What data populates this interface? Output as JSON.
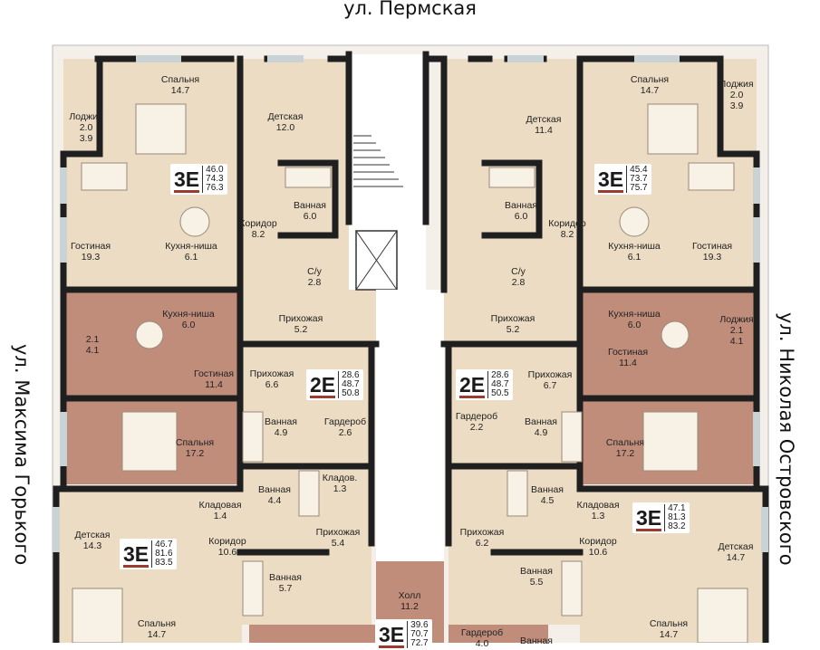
{
  "streets": {
    "top": "ул. Пермская",
    "left": "ул. Максима Горького",
    "right": "ул. Николая Островского"
  },
  "colors": {
    "beige": "#ecdcc3",
    "terracotta": "#c08d7b",
    "wall": "#1f1f1f",
    "accent": "#9b3a2e",
    "window": "#c9d3d6"
  },
  "badges": [
    {
      "type": "3Е",
      "areas": [
        "46.0",
        "74.3",
        "76.3"
      ]
    },
    {
      "type": "3Е",
      "areas": [
        "45.4",
        "73.7",
        "75.7"
      ]
    },
    {
      "type": "2Е",
      "areas": [
        "28.6",
        "48.7",
        "50.8"
      ]
    },
    {
      "type": "2Е",
      "areas": [
        "28.6",
        "48.7",
        "50.5"
      ]
    },
    {
      "type": "3Е",
      "areas": [
        "46.7",
        "81.6",
        "83.5"
      ]
    },
    {
      "type": "3Е",
      "areas": [
        "47.1",
        "81.3",
        "83.2"
      ]
    },
    {
      "type": "3Е",
      "areas": [
        "39.6",
        "70.7",
        "72.7"
      ]
    }
  ],
  "rooms": [
    {
      "name": "Спальня",
      "area": "14.7"
    },
    {
      "name": "Лоджия",
      "area": "2.0\n3.9"
    },
    {
      "name": "Детская",
      "area": "12.0"
    },
    {
      "name": "Гостиная",
      "area": "19.3"
    },
    {
      "name": "Кухня-ниша",
      "area": "6.1"
    },
    {
      "name": "Ванная",
      "area": "6.0"
    },
    {
      "name": "Коридор",
      "area": "8.2"
    },
    {
      "name": "С/у",
      "area": "2.8"
    },
    {
      "name": "Прихожая",
      "area": "5.2"
    },
    {
      "name": "Детская",
      "area": "11.4"
    },
    {
      "name": "Спальня",
      "area": "14.7"
    },
    {
      "name": "Лоджия",
      "area": "2.0\n3.9"
    },
    {
      "name": "Ванная",
      "area": "6.0"
    },
    {
      "name": "Коридор",
      "area": "8.2"
    },
    {
      "name": "Кухня-ниша",
      "area": "6.1"
    },
    {
      "name": "Гостиная",
      "area": "19.3"
    },
    {
      "name": "С/у",
      "area": "2.8"
    },
    {
      "name": "Прихожая",
      "area": "5.2"
    },
    {
      "name": "Кухня-ниша",
      "area": "6.0"
    },
    {
      "name": "",
      "area": "2.1\n4.1"
    },
    {
      "name": "Гостиная",
      "area": "11.4"
    },
    {
      "name": "Прихожая",
      "area": "6.6"
    },
    {
      "name": "Ванная",
      "area": "4.9"
    },
    {
      "name": "Гардероб",
      "area": "2.6"
    },
    {
      "name": "Спальня",
      "area": "17.2"
    },
    {
      "name": "Кухня-ниша",
      "area": "6.0"
    },
    {
      "name": "Лоджия",
      "area": "2.1\n4.1"
    },
    {
      "name": "Гостиная",
      "area": "11.4"
    },
    {
      "name": "Прихожая",
      "area": "6.7"
    },
    {
      "name": "Гардероб",
      "area": "2.2"
    },
    {
      "name": "Ванная",
      "area": "4.9"
    },
    {
      "name": "Спальня",
      "area": "17.2"
    },
    {
      "name": "Ванная",
      "area": "4.4"
    },
    {
      "name": "Кладов.",
      "area": "1.3"
    },
    {
      "name": "Кладовая",
      "area": "1.4"
    },
    {
      "name": "Детская",
      "area": "14.3"
    },
    {
      "name": "Коридор",
      "area": "10.6"
    },
    {
      "name": "Прихожая",
      "area": "5.4"
    },
    {
      "name": "Ванная",
      "area": "5.7"
    },
    {
      "name": "Спальня",
      "area": "14.7"
    },
    {
      "name": "Холл",
      "area": "11.2"
    },
    {
      "name": "Ванная",
      "area": "4.5"
    },
    {
      "name": "Кладовая",
      "area": "1.3"
    },
    {
      "name": "Прихожая",
      "area": "6.2"
    },
    {
      "name": "Коридор",
      "area": "10.6"
    },
    {
      "name": "Детская",
      "area": "14.7"
    },
    {
      "name": "Ванная",
      "area": "5.5"
    },
    {
      "name": "Гардероб",
      "area": "4.0"
    },
    {
      "name": "Спальня",
      "area": "14.7"
    },
    {
      "name": "Ванная",
      "area": ""
    }
  ]
}
